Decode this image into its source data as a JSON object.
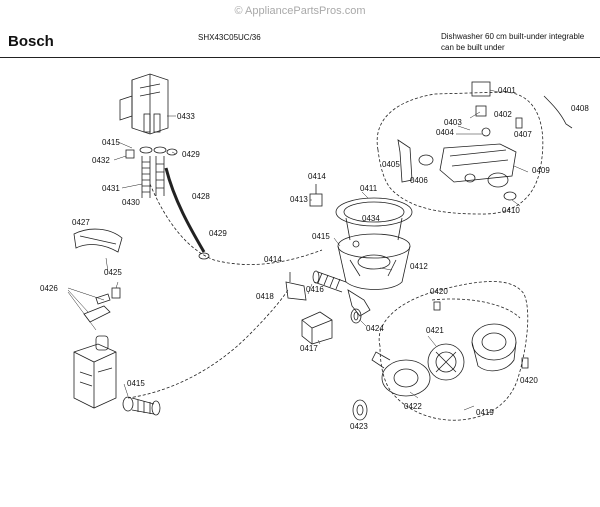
{
  "watermark": "© AppliancePartsPros.com",
  "header": {
    "brand": "Bosch",
    "model": "SHX43C05UC/36",
    "description_line1": "Dishwasher 60 cm built-under integrable",
    "description_line2": "can be built under"
  },
  "labels": {
    "p0401": "0401",
    "p0402": "0402",
    "p0403": "0403",
    "p0404": "0404",
    "p0405": "0405",
    "p0406": "0406",
    "p0407": "0407",
    "p0408": "0408",
    "p0409": "0409",
    "p0410": "0410",
    "p0411": "0411",
    "p0412": "0412",
    "p0413": "0413",
    "p0414a": "0414",
    "p0414b": "0414",
    "p0415a": "0415",
    "p0415b": "0415",
    "p0415c": "0415",
    "p0416": "0416",
    "p0417": "0417",
    "p0418": "0418",
    "p0419": "0419",
    "p0420a": "0420",
    "p0420b": "0420",
    "p0421": "0421",
    "p0422": "0422",
    "p0423": "0423",
    "p0424": "0424",
    "p0425": "0425",
    "p0426": "0426",
    "p0427": "0427",
    "p0428": "0428",
    "p0429a": "0429",
    "p0429b": "0429",
    "p0430": "0430",
    "p0431": "0431",
    "p0432": "0432",
    "p0433": "0433",
    "p0434": "0434"
  }
}
